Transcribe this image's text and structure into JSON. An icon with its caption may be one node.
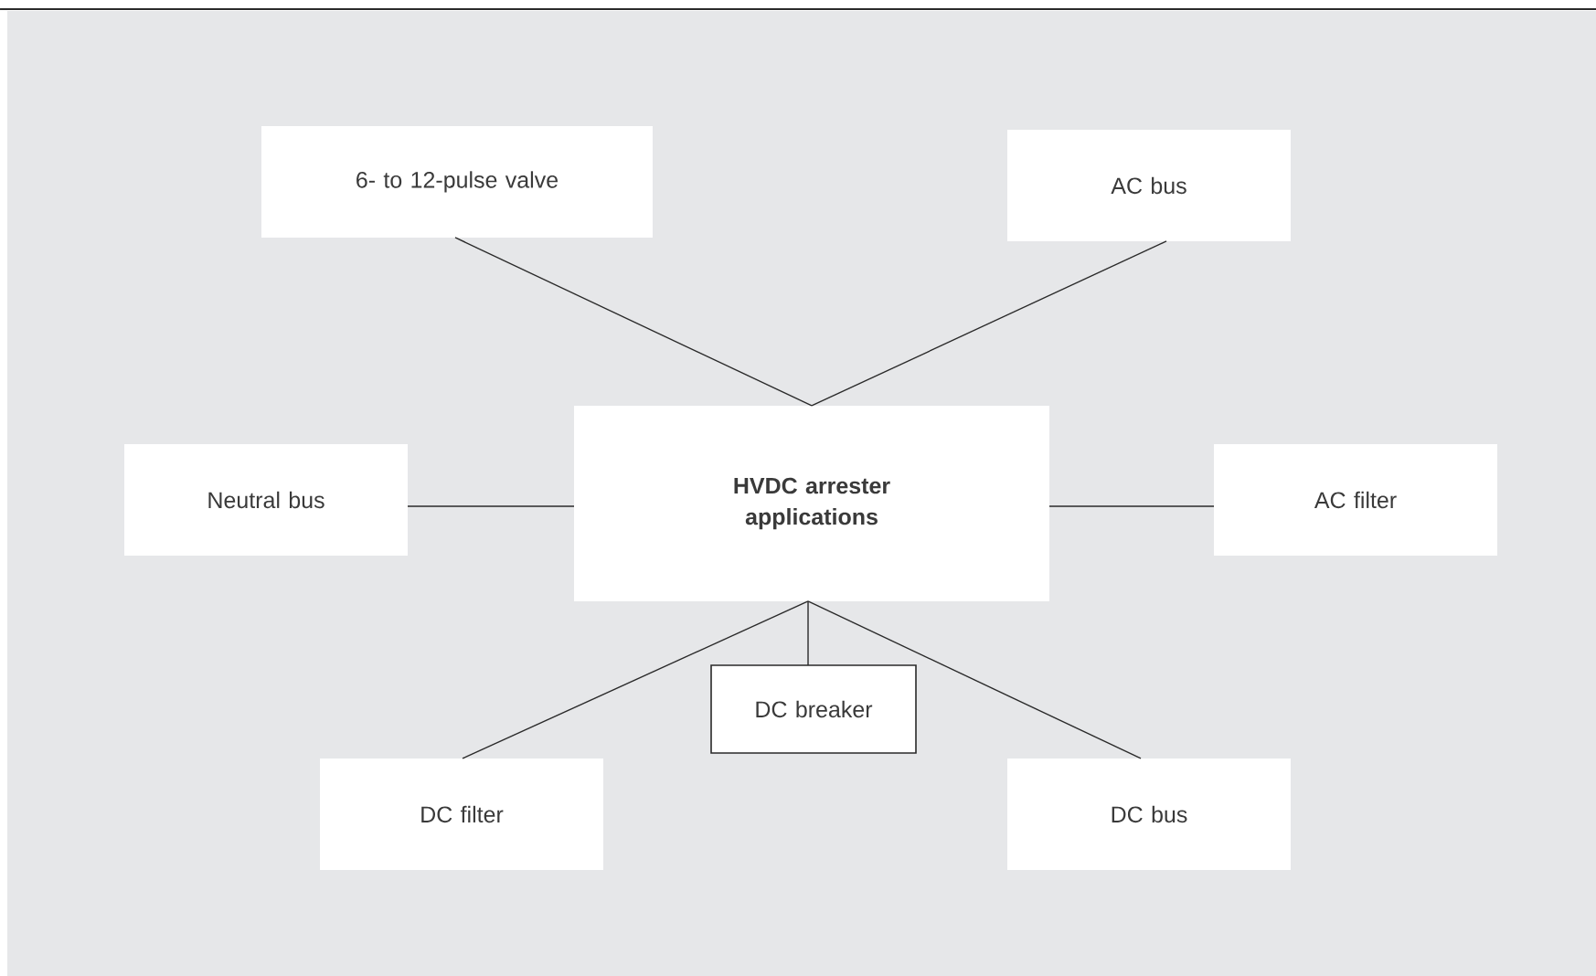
{
  "diagram": {
    "nodes": [
      {
        "text": [
          "6- to 12-pulse valve"
        ]
      },
      {
        "text": [
          "AC bus"
        ]
      },
      {
        "text": [
          "Neutral bus"
        ]
      },
      {
        "text": [
          "HVDC arrester applications"
        ]
      },
      {
        "text": [
          "AC filter"
        ]
      },
      {
        "text": [
          "DC breaker"
        ]
      },
      {
        "text": [
          "DC filter"
        ]
      },
      {
        "text": [
          "DC bus"
        ]
      }
    ],
    "edges": [
      {
        "from": 3,
        "to": 0,
        "arrow": "none"
      },
      {
        "from": 3,
        "to": 1,
        "arrow": "none"
      },
      {
        "from": 2,
        "to": 3,
        "arrow": "none"
      },
      {
        "from": 3,
        "to": 4,
        "arrow": "none"
      },
      {
        "from": 3,
        "to": 5,
        "arrow": "none"
      },
      {
        "from": 3,
        "to": 6,
        "arrow": "none"
      },
      {
        "from": 3,
        "to": 7,
        "arrow": "none"
      }
    ]
  }
}
